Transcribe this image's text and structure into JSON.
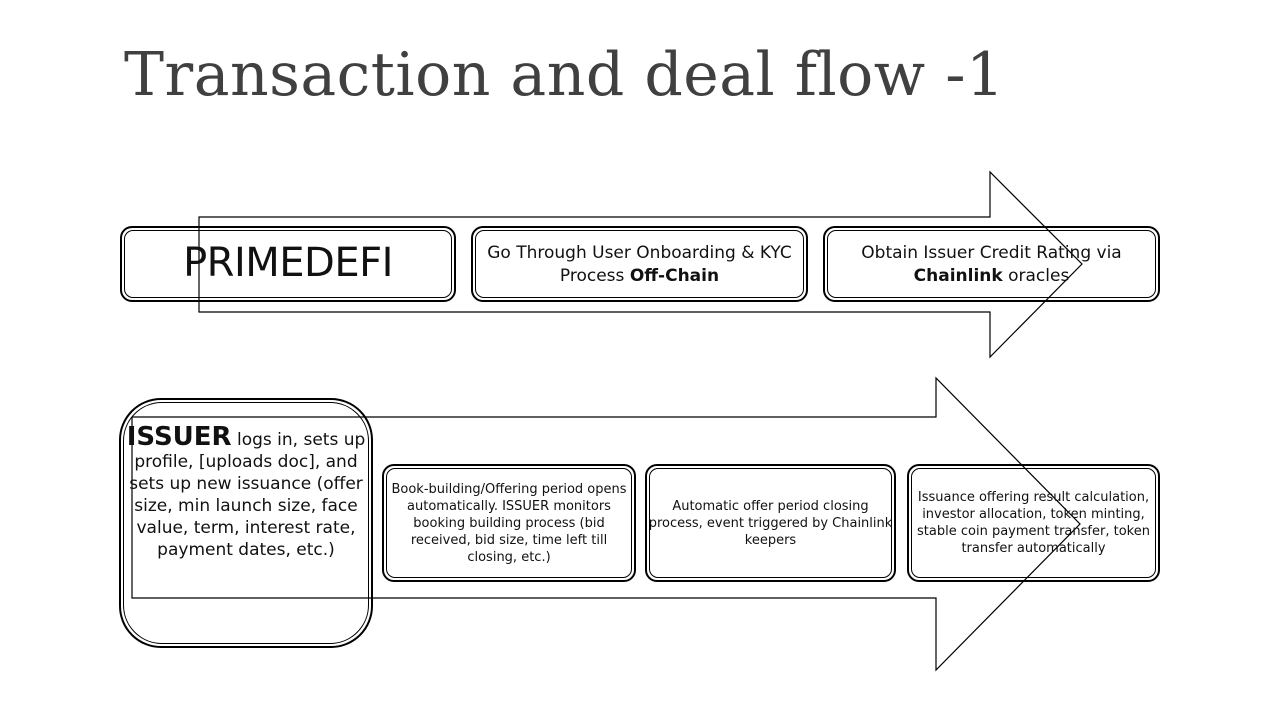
{
  "slide": {
    "title": "Transaction and deal flow -1"
  },
  "row1": {
    "box1": {
      "label": "PRIMEDEFI"
    },
    "box2": {
      "text": "Go Through User Onboarding & KYC Process ",
      "bold": "Off-Chain"
    },
    "box3": {
      "text": "Obtain Issuer Credit Rating via ",
      "bold": "Chainlink",
      "text_after": " oracles"
    }
  },
  "row2": {
    "box1": {
      "bold": "ISSUER",
      "text": " logs in, sets up profile, [uploads doc], and sets up new issuance (offer size, min launch size, face value, term, interest rate,  payment dates, etc.)"
    },
    "box2": {
      "text": "Book-building/Offering period opens automatically. ISSUER monitors booking building process (bid received, bid size, time left till closing, etc.)"
    },
    "box3": {
      "text": "Automatic offer period closing process, event triggered by Chainlink keepers"
    },
    "box4": {
      "text": "Issuance offering result calculation, investor allocation, token minting, stable coin payment transfer, token transfer automatically"
    }
  }
}
